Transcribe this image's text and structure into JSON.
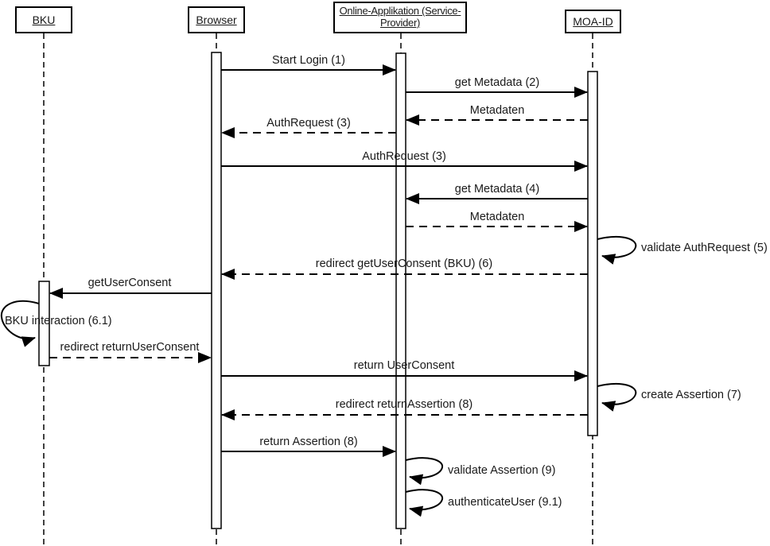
{
  "diagram": {
    "kind": "uml-sequence-diagram",
    "colors": {
      "line": "#000000",
      "text": "#1a1a1a",
      "background": "#ffffff"
    }
  },
  "actors": [
    {
      "id": "bku",
      "label": "BKU"
    },
    {
      "id": "browser",
      "label": "Browser"
    },
    {
      "id": "online-app",
      "label": "Online-Applikation (Service-Provider)",
      "line1": "Online-Applikation (Service-",
      "line2": "Provider)"
    },
    {
      "id": "moa-id",
      "label": "MOA-ID"
    }
  ],
  "messages": [
    {
      "label": "Start Login (1)",
      "from": "Browser",
      "to": "Online-Applikation (Service-Provider)",
      "type": "solid"
    },
    {
      "label": "get Metadata (2)",
      "from": "Online-Applikation (Service-Provider)",
      "to": "MOA-ID",
      "type": "solid"
    },
    {
      "label": "Metadaten",
      "from": "MOA-ID",
      "to": "Online-Applikation (Service-Provider)",
      "type": "dashed"
    },
    {
      "label": "AuthRequest (3)",
      "from": "Online-Applikation (Service-Provider)",
      "to": "Browser",
      "type": "dashed"
    },
    {
      "label": "AuthRequest (3)",
      "from": "Browser",
      "to": "MOA-ID",
      "type": "solid"
    },
    {
      "label": "get Metadata (4)",
      "from": "MOA-ID",
      "to": "Online-Applikation (Service-Provider)",
      "type": "solid"
    },
    {
      "label": "Metadaten",
      "from": "Online-Applikation (Service-Provider)",
      "to": "MOA-ID",
      "type": "dashed"
    },
    {
      "label": "validate AuthRequest (5)",
      "from": "MOA-ID",
      "to": "MOA-ID",
      "type": "self"
    },
    {
      "label": "redirect getUserConsent (BKU) (6)",
      "from": "MOA-ID",
      "to": "Browser",
      "type": "dashed"
    },
    {
      "label": "getUserConsent",
      "from": "Browser",
      "to": "BKU",
      "type": "solid"
    },
    {
      "label": "BKU interaction (6.1)",
      "from": "BKU",
      "to": "BKU",
      "type": "self"
    },
    {
      "label": "redirect returnUserConsent",
      "from": "BKU",
      "to": "Browser",
      "type": "dashed"
    },
    {
      "label": "return UserConsent",
      "from": "Browser",
      "to": "MOA-ID",
      "type": "solid"
    },
    {
      "label": "create Assertion (7)",
      "from": "MOA-ID",
      "to": "MOA-ID",
      "type": "self"
    },
    {
      "label": "redirect returnAssertion (8)",
      "from": "MOA-ID",
      "to": "Browser",
      "type": "dashed"
    },
    {
      "label": "return Assertion (8)",
      "from": "Browser",
      "to": "Online-Applikation (Service-Provider)",
      "type": "solid"
    },
    {
      "label": "validate Assertion (9)",
      "from": "Online-Applikation (Service-Provider)",
      "to": "Online-Applikation (Service-Provider)",
      "type": "self"
    },
    {
      "label": "authenticateUser (9.1)",
      "from": "Online-Applikation (Service-Provider)",
      "to": "Online-Applikation (Service-Provider)",
      "type": "self"
    }
  ]
}
